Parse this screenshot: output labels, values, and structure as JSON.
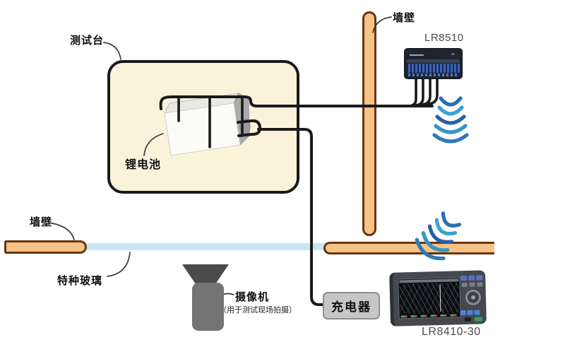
{
  "annotations": {
    "test_bench": "测试台",
    "wall_top": "墙壁",
    "wall_left": "墙壁",
    "special_glass": "特种玻璃",
    "lithium_battery": "锂电池"
  },
  "devices": {
    "lr8510": {
      "model": "LR8510",
      "type": "wireless-logger-unit"
    },
    "lr8410": {
      "model": "LR8410-30",
      "type": "wireless-logging-station"
    },
    "charger": {
      "label": "充电器"
    },
    "camera": {
      "label": "摄像机",
      "note": "（用于测试现场拍摄）"
    }
  },
  "icons": {
    "wireless_signal_top": "wireless-signal-down",
    "wireless_signal_bottom": "wireless-signal-through-wall"
  },
  "colors": {
    "bench_fill": "#FAF3DA",
    "bench_border": "#1A1A1A",
    "wall_fill": "#F6C386",
    "wall_border": "#6B3410",
    "glass_fill": "#C9E6F2",
    "wire": "#1A1A1A",
    "wireless_blues": [
      "#2B6FB3",
      "#3AA3CB",
      "#2A5FA6",
      "#3596C4",
      "#2E79B8"
    ],
    "lr8510_body": "#20242E",
    "lr8510_terminal_strip": "#3D63A8",
    "camera_head": "#4A4A4A",
    "camera_body": "#747474",
    "charger_fill": "#C6C6C6",
    "charger_border": "#8F8F8F",
    "background": "#FFFFFF"
  }
}
